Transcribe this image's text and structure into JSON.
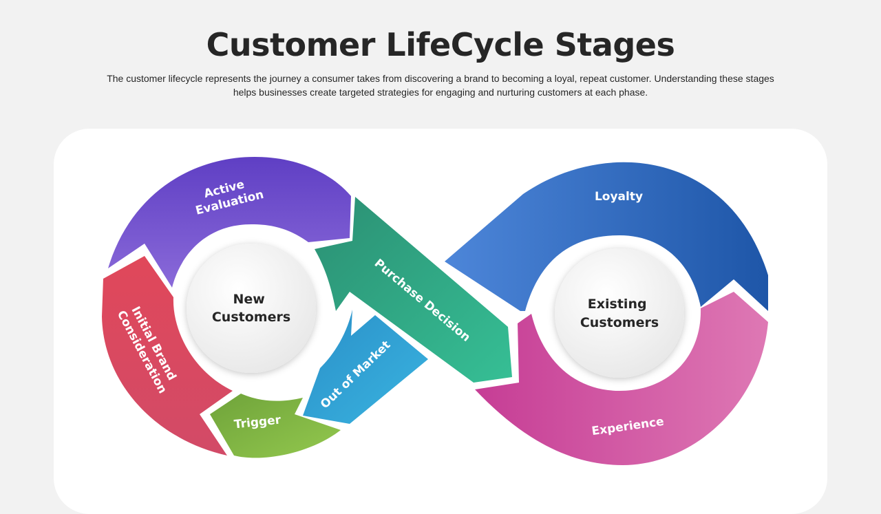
{
  "title": "Customer LifeCycle Stages",
  "subtitle": "The customer lifecycle represents the journey a consumer takes from discovering a brand to becoming a loyal, repeat customer. Understanding these stages helps businesses create targeted strategies for engaging and nurturing customers at each phase.",
  "hubs": {
    "left": [
      "New",
      "Customers"
    ],
    "right": [
      "Existing",
      "Customers"
    ]
  },
  "stages": {
    "active_evaluation": [
      "Active",
      "Evaluation"
    ],
    "initial_brand_consideration": [
      "Initial Brand",
      "Consideration"
    ],
    "trigger": "Trigger",
    "out_of_market": "Out of Market",
    "purchase_decision": "Purchase Decision",
    "loyalty": "Loyalty",
    "experience": "Experience"
  },
  "colors": {
    "active_evaluation": [
      "#5f3fc4",
      "#8a6ad9"
    ],
    "initial_brand_consideration": [
      "#e0485a",
      "#d24a67"
    ],
    "trigger": [
      "#6fa33a",
      "#93c84e"
    ],
    "out_of_market": [
      "#2a8fc8",
      "#3ab4e0"
    ],
    "purchase_decision": [
      "#2b8f73",
      "#36bf95"
    ],
    "loyalty": [
      "#4d86d9",
      "#1e56a8"
    ],
    "experience": [
      "#c63d95",
      "#de78b4"
    ]
  }
}
